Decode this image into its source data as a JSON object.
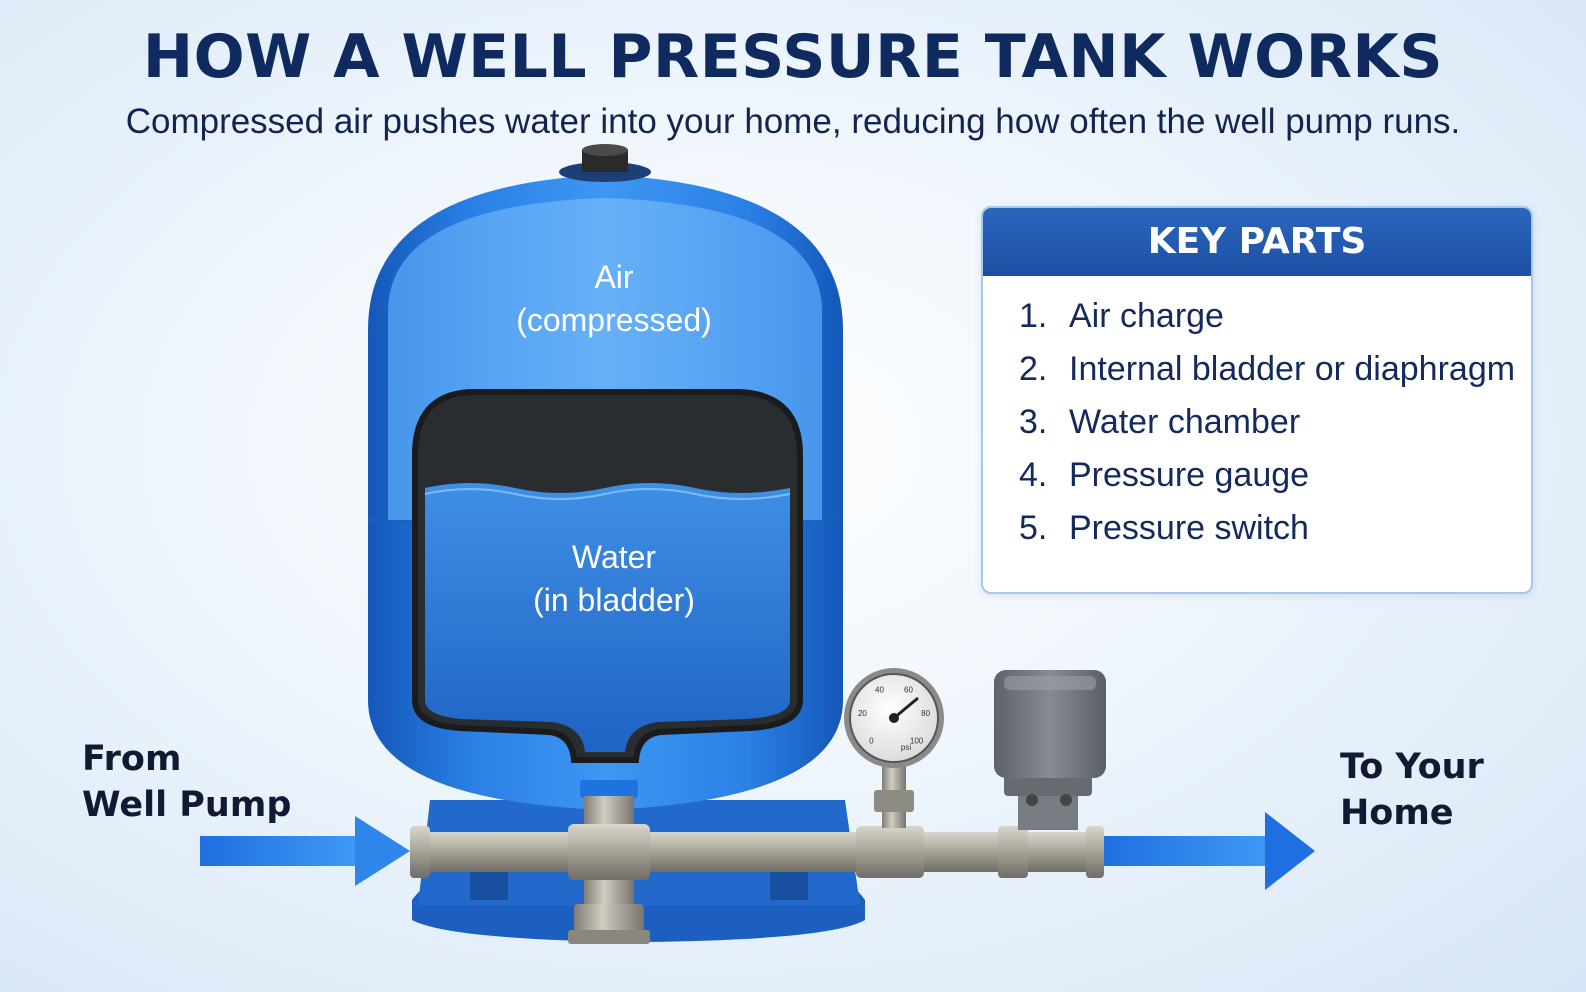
{
  "header": {
    "title": "HOW A WELL PRESSURE TANK WORKS",
    "subtitle": "Compressed air pushes water into your home, reducing how often the well pump runs."
  },
  "tank": {
    "air_label": [
      "Air",
      "(compressed)"
    ],
    "water_label": [
      "Water",
      "(in bladder)"
    ]
  },
  "gauge": {
    "ticks": [
      "0",
      "20",
      "40",
      "60",
      "80",
      "100"
    ],
    "unit": "psi"
  },
  "flow": {
    "inlet_label": [
      "From",
      "Well Pump"
    ],
    "outlet_label": [
      "To Your",
      "Home"
    ]
  },
  "key_parts": {
    "title": "KEY PARTS",
    "items": [
      {
        "num": "1.",
        "label": "Air charge"
      },
      {
        "num": "2.",
        "label": "Internal bladder or diaphragm"
      },
      {
        "num": "3.",
        "label": "Water chamber"
      },
      {
        "num": "4.",
        "label": "Pressure gauge"
      },
      {
        "num": "5.",
        "label": "Pressure switch"
      }
    ]
  },
  "colors": {
    "tank_blue": "#2b7fe0",
    "title_navy": "#0f2a5e",
    "arrow_blue": "#1e73e0",
    "pipe_steel": "#a8a59a",
    "bladder_dark": "#2a2d30"
  }
}
